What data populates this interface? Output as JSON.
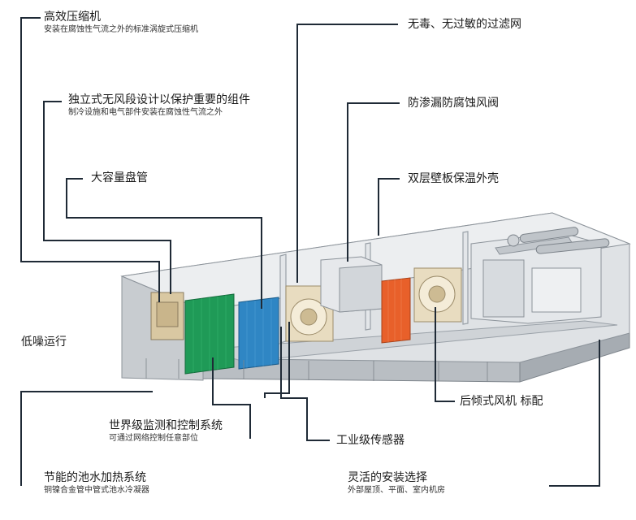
{
  "labels": {
    "compressor": {
      "title": "高效压缩机",
      "sub": "安装在腐蚀性气流之外的标准涡旋式压缩机"
    },
    "fanless": {
      "title": "独立式无风段设计以保护重要的组件",
      "sub": "制冷设施和电气部件安装在腐蚀性气流之外"
    },
    "coil": {
      "title": "大容量盘管"
    },
    "low_noise": {
      "title": "低噪运行"
    },
    "filter": {
      "title": "无毒、无过敏的过滤网"
    },
    "damper": {
      "title": "防渗漏防腐蚀风阀"
    },
    "shell": {
      "title": "双层壁板保温外壳"
    },
    "fan": {
      "title": "后倾式风机  标配"
    },
    "monitoring": {
      "title": "世界级监测和控制系统",
      "sub": "可通过网络控制任意部位"
    },
    "sensor": {
      "title": "工业级传感器"
    },
    "pool": {
      "title": "节能的池水加热系统",
      "sub": "铜镍合金管中管式池水冷凝器"
    },
    "install": {
      "title": "灵活的安装选择",
      "sub": "外部屋顶、平面、室内机房"
    }
  },
  "colors": {
    "leader": "#1f2a36",
    "green_coil": "#1f9a57",
    "blue_coil": "#2f86c4",
    "orange_filter": "#e8602a",
    "casing": "#d9dcdf",
    "casing_dark": "#9aa1a8"
  }
}
